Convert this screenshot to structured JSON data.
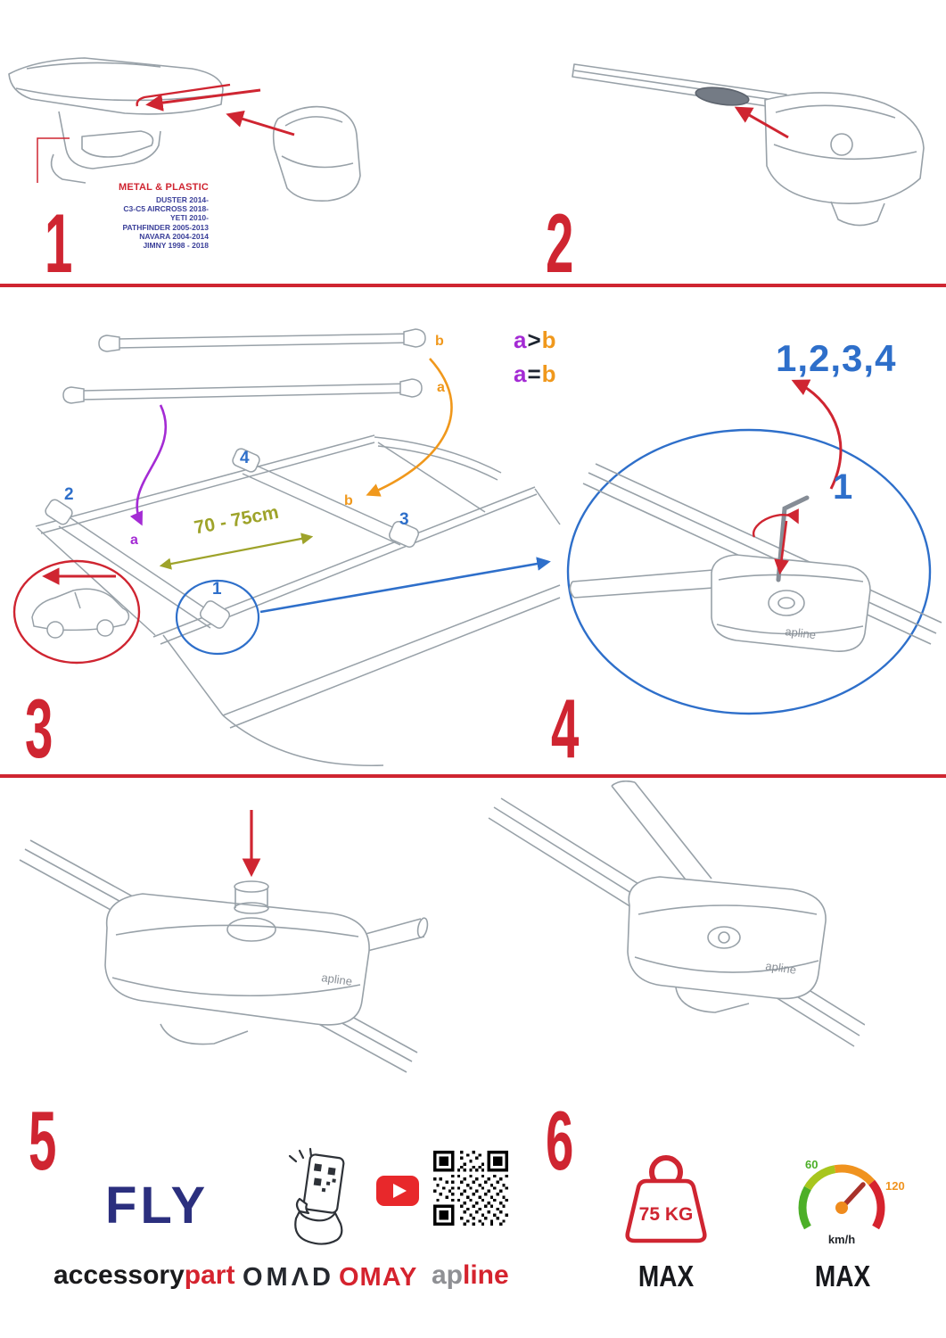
{
  "colors": {
    "accent_red": "#cf2531",
    "label_blue": "#2e6fca",
    "label_purple": "#a42bd4",
    "label_orange": "#f0981c",
    "measure_olive": "#9ea32a",
    "product_navy": "#2b2f7e"
  },
  "step1": {
    "num": "1",
    "material": "METAL & PLASTIC",
    "models": [
      "DUSTER 2014-",
      "C3-C5 AIRCROSS 2018-",
      "YETI 2010-",
      "PATHFINDER 2005-2013",
      "NAVARA 2004-2014",
      "JIMNY 1998 - 2018"
    ]
  },
  "step2": {
    "num": "2"
  },
  "step3": {
    "num": "3",
    "cmp1": {
      "a": "a",
      "op": ">",
      "b": "b"
    },
    "cmp2": {
      "a": "a",
      "op": "=",
      "b": "b"
    },
    "bar_b": "b",
    "bar_a": "a",
    "foot2": "2",
    "foot4": "4",
    "foot3": "3",
    "foot1": "1",
    "pos_a": "a",
    "pos_b": "b",
    "measure": "70 - 75cm"
  },
  "step4": {
    "num": "4",
    "sequence": "1,2,3,4",
    "first": "1"
  },
  "step5": {
    "num": "5"
  },
  "step6": {
    "num": "6"
  },
  "foot_brand": "apline",
  "footer": {
    "product": "FLY",
    "accessory": "accessory",
    "part": "part",
    "omad": "OMΛD",
    "omay": "OMAY",
    "apline_ap": "ap",
    "apline_line": "line",
    "weight": "75 KG",
    "weight_max": "MAX",
    "speed_60": "60",
    "speed_120": "120",
    "speed_unit": "km/h",
    "speed_max": "MAX"
  }
}
